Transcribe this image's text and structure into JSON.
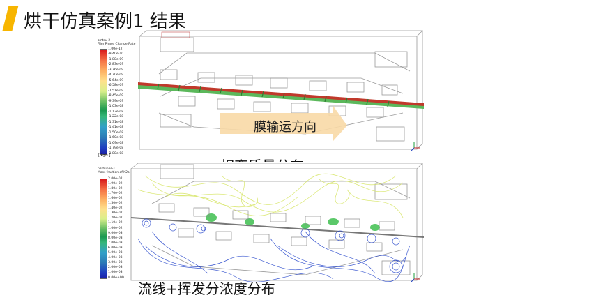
{
  "slide": {
    "title": "烘干仿真案例1 结果",
    "accent_color": "#F7B500"
  },
  "top_panel": {
    "legend_title": "smtsu-2\nFilm Phase Change Rate",
    "legend_ticks": [
      "1.00e-12",
      "-9.40e-10",
      "-1.88e-09",
      "-2.83e-09",
      "-3.76e-09",
      "-4.70e-09",
      "-5.64e-09",
      "-6.58e-09",
      "-7.51e-09",
      "-8.45e-09",
      "-9.39e-09",
      "-1.03e-08",
      "-1.13e-08",
      "-1.22e-08",
      "-1.31e-08",
      "-1.41e-08",
      "-1.50e-08",
      "-1.60e-08",
      "-1.69e-08",
      "-1.79e-08",
      "-1.88e-08"
    ],
    "legend_unit": "[ kg/s ]",
    "arrow_label": "膜输运方向",
    "caption": "相变质量分布"
  },
  "bottom_panel": {
    "legend_title": "pathlines-1\nMass fraction of h2o",
    "legend_ticks": [
      "2.00e-02",
      "1.90e-02",
      "1.80e-02",
      "1.70e-02",
      "1.60e-02",
      "1.50e-02",
      "1.40e-02",
      "1.30e-02",
      "1.20e-02",
      "1.10e-02",
      "1.00e-02",
      "9.00e-03",
      "8.00e-03",
      "7.00e-03",
      "6.00e-03",
      "5.00e-03",
      "4.00e-03",
      "3.00e-03",
      "2.00e-03",
      "1.00e-03",
      "0.00e+00"
    ],
    "caption": "流线+挥发分浓度分布"
  },
  "colors": {
    "film_red": "#C0392B",
    "film_green": "#5BB85B",
    "streamline_yellow": "#D8E66A",
    "streamline_blue": "#1A3CC8",
    "arrow_fill": "#F8D9A6"
  }
}
